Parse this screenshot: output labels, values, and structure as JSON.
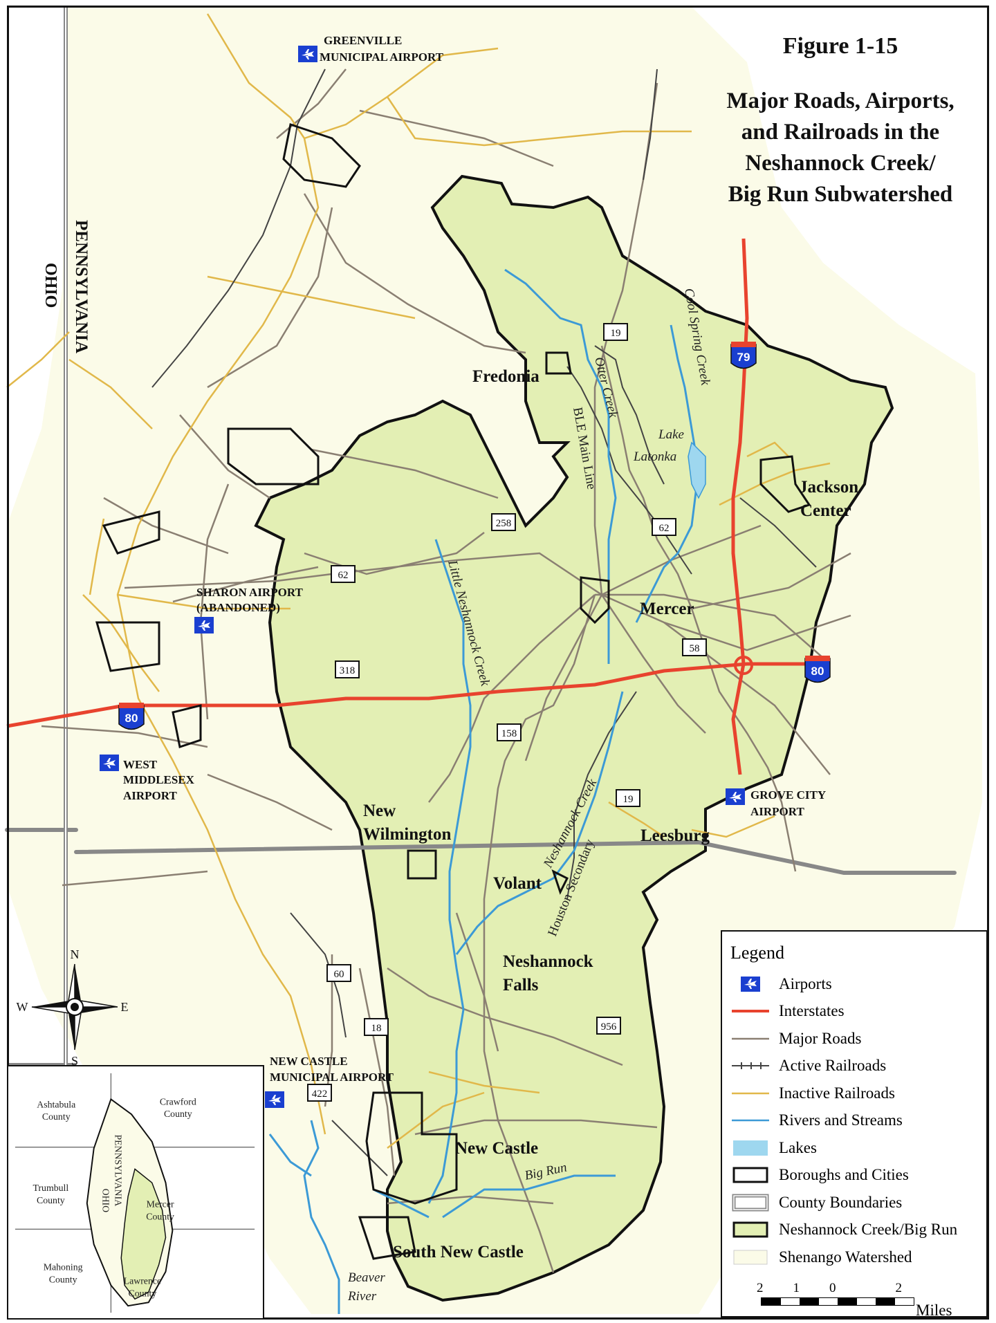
{
  "title": {
    "figure": "Figure 1-15",
    "lines": [
      "Major Roads, Airports,",
      "and Railroads in the",
      "Neshannock Creek/",
      "Big Run Subwatershed"
    ]
  },
  "states": {
    "ohio": "OHIO",
    "pennsylvania": "PENNSYLVANIA"
  },
  "places": {
    "fredonia": "Fredonia",
    "jackson_center_1": "Jackson",
    "jackson_center_2": "Center",
    "mercer": "Mercer",
    "new_wilmington_1": "New",
    "new_wilmington_2": "Wilmington",
    "leesburg": "Leesburg",
    "volant": "Volant",
    "neshannock_falls_1": "Neshannock",
    "neshannock_falls_2": "Falls",
    "new_castle": "New Castle",
    "south_new_castle": "South New Castle"
  },
  "airports": {
    "greenville_1": "GREENVILLE",
    "greenville_2": "MUNICIPAL AIRPORT",
    "sharon_1": "SHARON AIRPORT",
    "sharon_2": "(ABANDONED)",
    "west_middlesex_1": "WEST",
    "west_middlesex_2": "MIDDLESEX",
    "west_middlesex_3": "AIRPORT",
    "grove_city_1": "GROVE CITY",
    "grove_city_2": "AIRPORT",
    "new_castle_1": "NEW CASTLE",
    "new_castle_2": "MUNICIPAL AIRPORT"
  },
  "waterways": {
    "otter_creek": "Otter Creek",
    "cool_spring_creek": "Cool Spring Creek",
    "lake_latonka_1": "Lake",
    "lake_latonka_2": "Latonka",
    "little_neshannock_creek": "Little Neshannock Creek",
    "neshannock_creek": "Neshannock Creek",
    "big_run": "Big Run",
    "beaver_river_1": "Beaver",
    "beaver_river_2": "River"
  },
  "railroads": {
    "ble_main_line": "BLE Main Line",
    "houston_secondary": "Houston Secondary"
  },
  "routes": {
    "i79": "79",
    "i80_east": "80",
    "i80_west": "80",
    "r19_north": "19",
    "r19_south": "19",
    "r62_east": "62",
    "r62_west": "62",
    "r258": "258",
    "r58": "58",
    "r318": "318",
    "r158": "158",
    "r60": "60",
    "r18": "18",
    "r956": "956",
    "r422": "422"
  },
  "compass": {
    "n": "N",
    "s": "S",
    "e": "E",
    "w": "W"
  },
  "legend": {
    "title": "Legend",
    "items": [
      {
        "label": "Airports",
        "symbol": "airport-icon"
      },
      {
        "label": "Interstates",
        "color": "#e8432e"
      },
      {
        "label": "Major Roads",
        "color": "#8a7f72"
      },
      {
        "label": "Active Railroads",
        "color": "#444444"
      },
      {
        "label": "Inactive Railroads",
        "color": "#e1b84a"
      },
      {
        "label": "Rivers and Streams",
        "color": "#3c9ad6"
      },
      {
        "label": "Lakes",
        "color": "#9ed7ef"
      },
      {
        "label": "Boroughs and Cities",
        "color": "#111111"
      },
      {
        "label": "County Boundaries",
        "color": "#888888"
      },
      {
        "label": "Neshannock Creek/Big Run",
        "color": "#e3efb4"
      },
      {
        "label": "Shenango Watershed",
        "color": "#fbfbe8"
      }
    ],
    "scale": {
      "ticks": [
        "2",
        "1",
        "0",
        "2"
      ],
      "unit": "Miles"
    }
  },
  "inset": {
    "counties": {
      "ashtabula_1": "Ashtabula",
      "ashtabula_2": "County",
      "crawford_1": "Crawford",
      "crawford_2": "County",
      "trumbull_1": "Trumbull",
      "trumbull_2": "County",
      "mercer_1": "Mercer",
      "mercer_2": "County",
      "mahoning_1": "Mahoning",
      "mahoning_2": "County",
      "lawrence_1": "Lawrence",
      "lawrence_2": "County"
    },
    "ohio": "OHIO",
    "pennsylvania": "PENNSYLVANIA"
  },
  "colors": {
    "watershed": "#fbfbe8",
    "subwatershed": "#e3efb4",
    "interstate": "#e8432e",
    "road": "#8a7f72",
    "river": "#3c9ad6",
    "inactive_rail": "#e1b84a",
    "airport": "#1a3fd0"
  }
}
